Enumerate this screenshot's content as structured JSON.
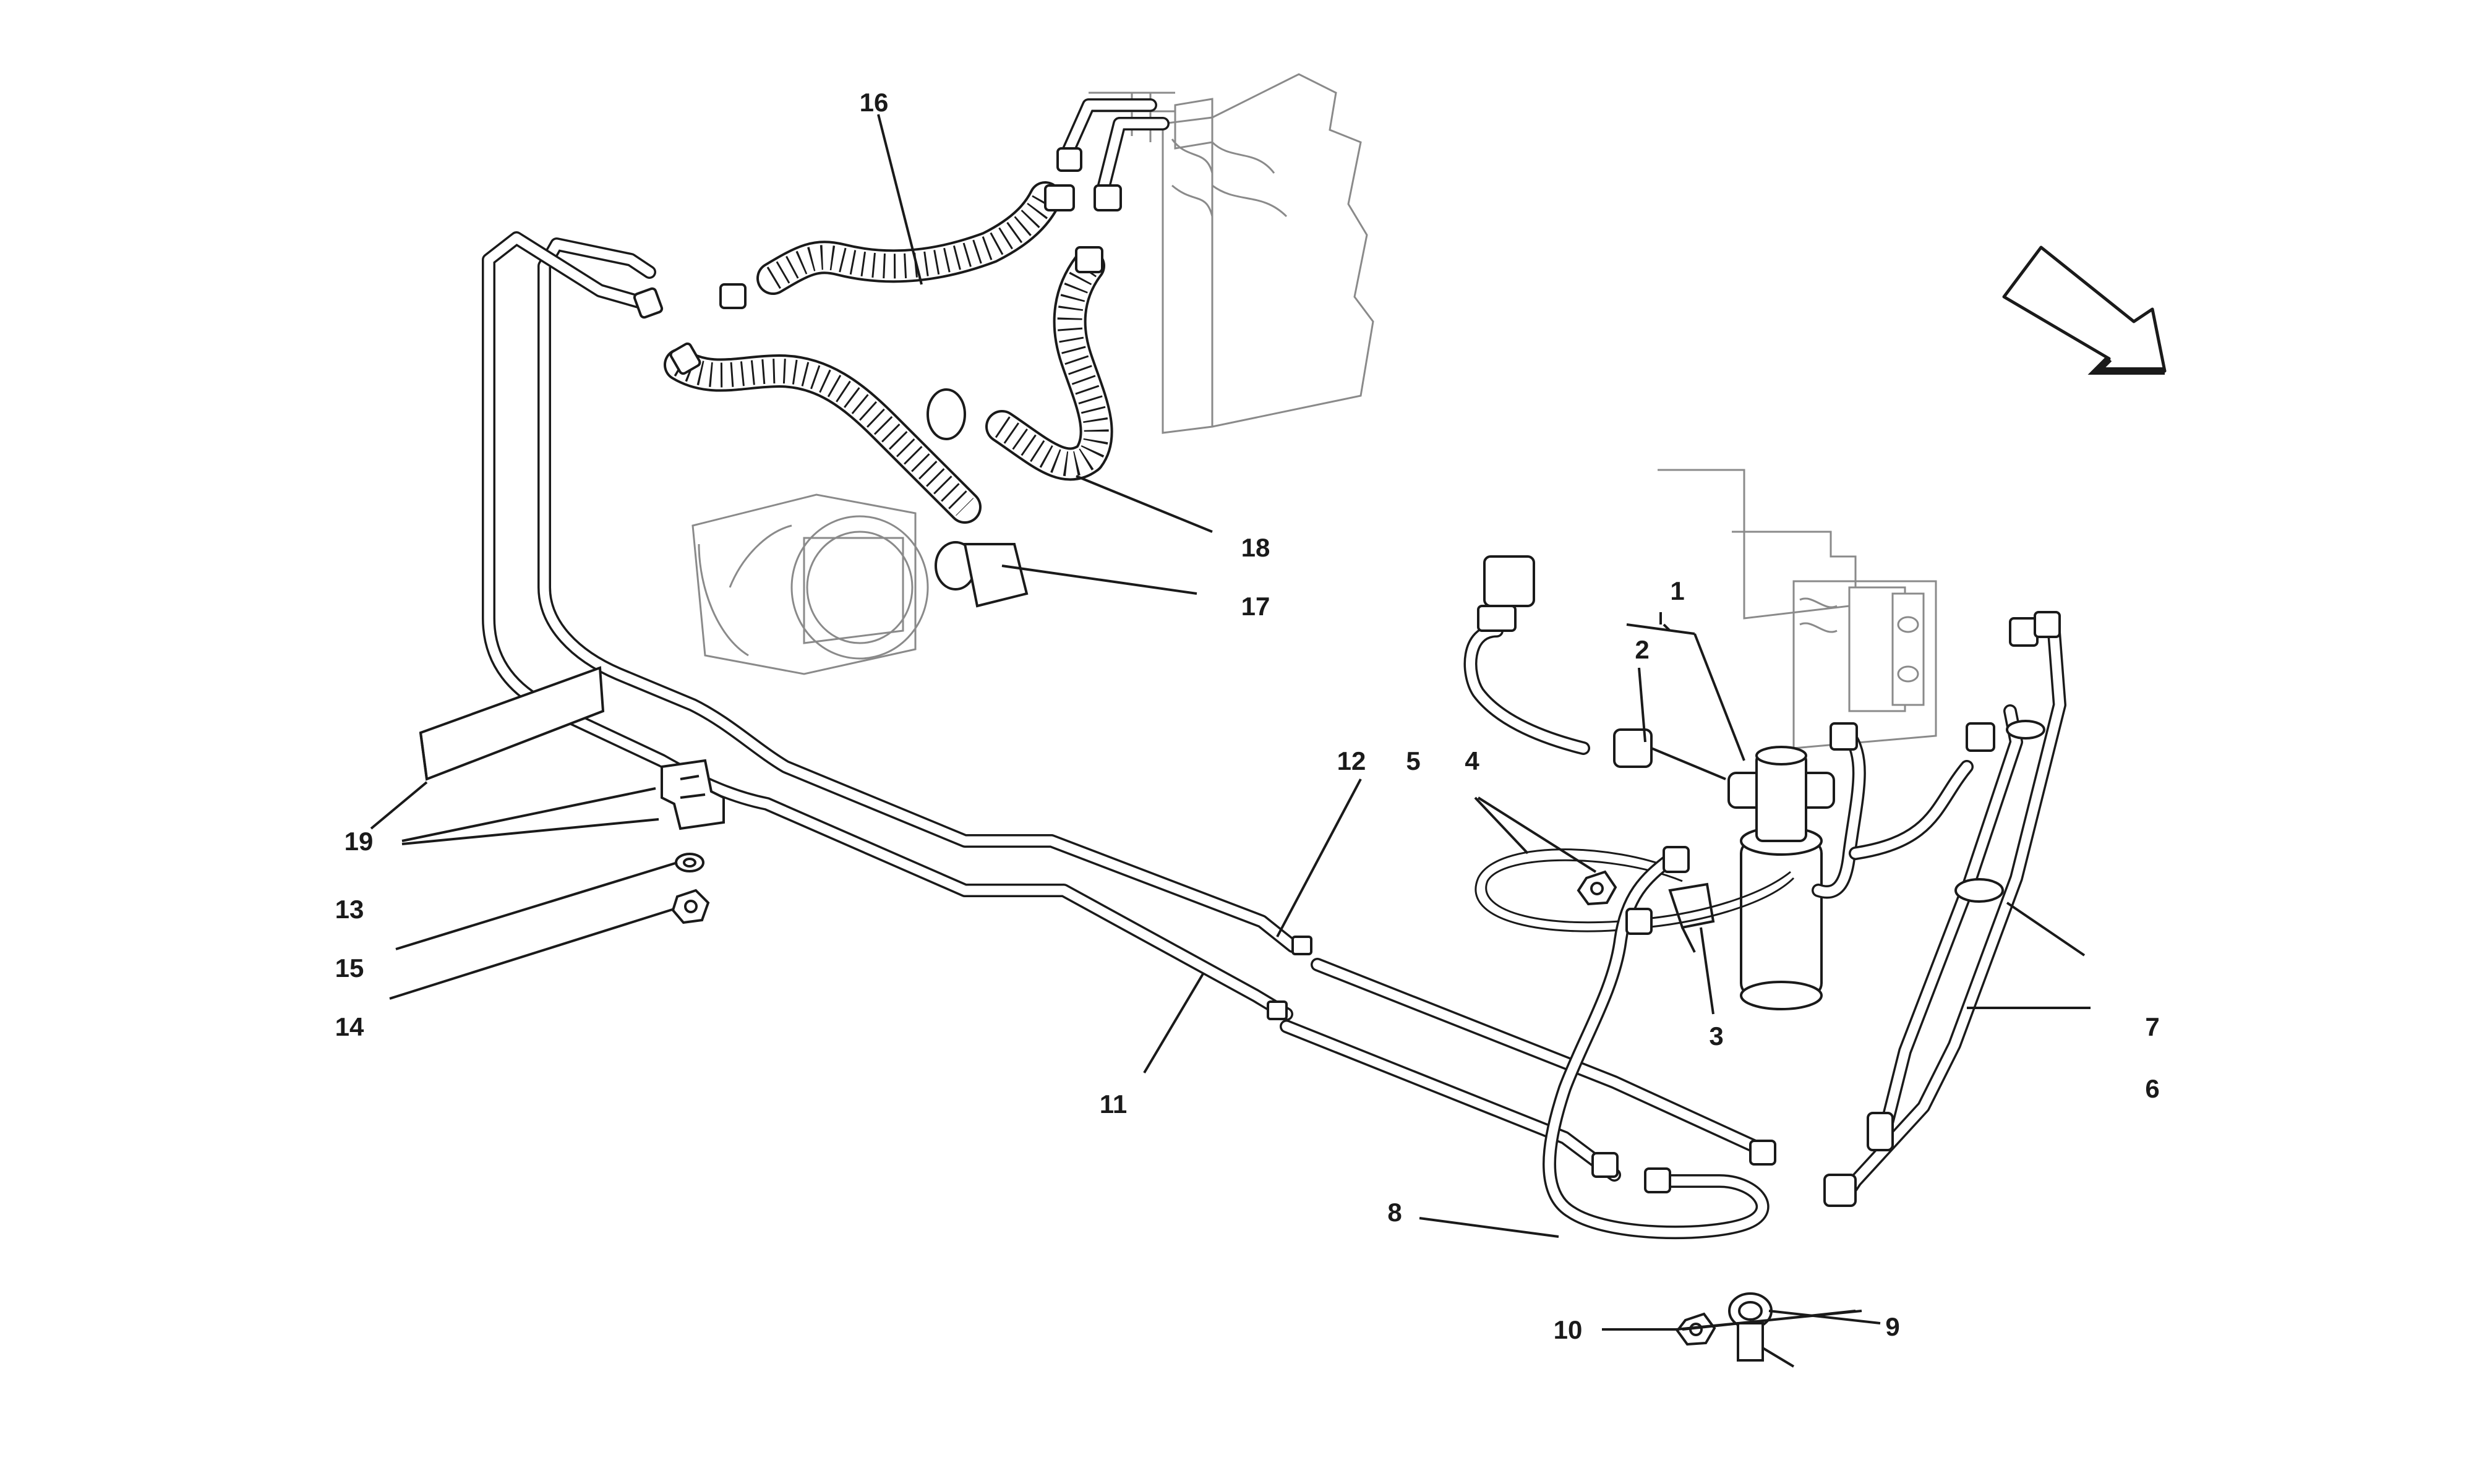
{
  "callouts": {
    "c1": "1",
    "c2": "2",
    "c3": "3",
    "c4": "4",
    "c5": "5",
    "c6": "6",
    "c7": "7",
    "c8": "8",
    "c9": "9",
    "c10": "10",
    "c11": "11",
    "c12": "12",
    "c13": "13",
    "c14": "14",
    "c15": "15",
    "c16": "16",
    "c17": "17",
    "c18": "18",
    "c19": "19"
  },
  "icons": {
    "direction_arrow": "direction-arrow-icon"
  }
}
